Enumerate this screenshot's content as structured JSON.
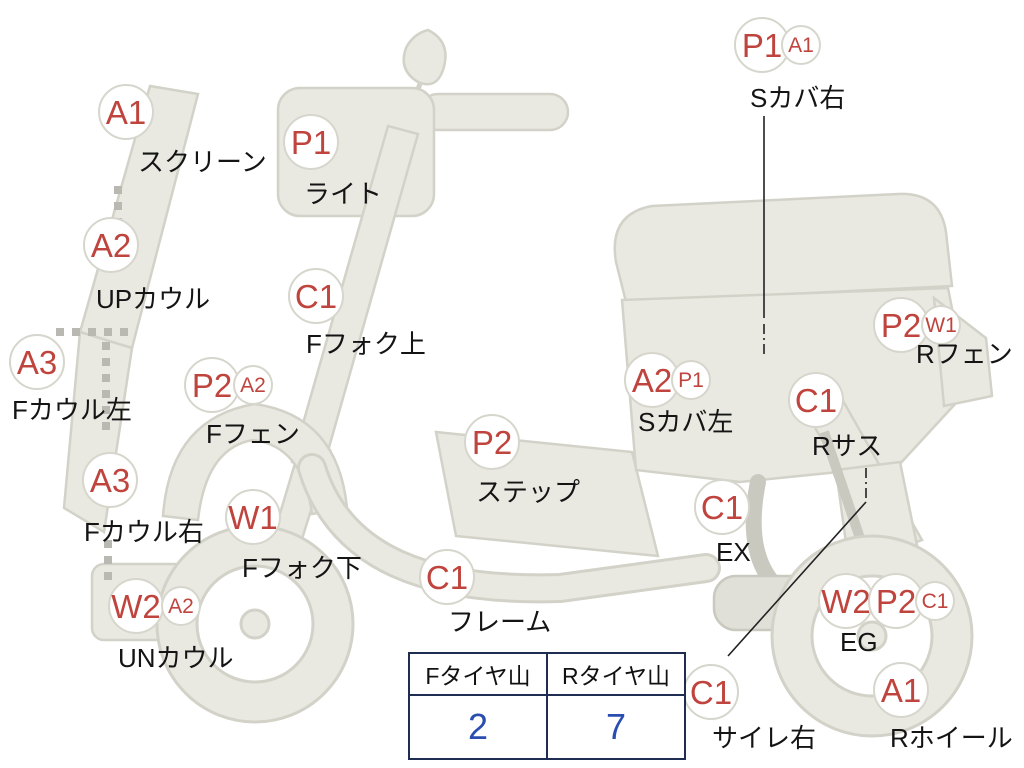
{
  "colors": {
    "badge_text": "#c0443e",
    "badge_border": "#d6d6cd",
    "body_fill": "#e9e9e2",
    "body_stroke": "#d2d2c8",
    "caption_text": "#141414",
    "table_border": "#1f2d52",
    "tread_value_text": "#2a4db0"
  },
  "labels": [
    {
      "grade": "A1",
      "name": "スクリーン"
    },
    {
      "grade": "A2",
      "name": "UPカウル"
    },
    {
      "grade": "A3",
      "name": "Fカウル左"
    },
    {
      "grade": "A3",
      "name": "Fカウル右"
    },
    {
      "grade": "W2",
      "sub": "A2",
      "name": "UNカウル"
    },
    {
      "grade": "P1",
      "name": "ライト"
    },
    {
      "grade": "C1",
      "name": "Fフォク上"
    },
    {
      "grade": "P2",
      "sub": "A2",
      "name": "Fフェン"
    },
    {
      "grade": "W1",
      "name": "Fフォク下"
    },
    {
      "grade": "P2",
      "name": "ステップ"
    },
    {
      "grade": "C1",
      "name": "フレーム"
    },
    {
      "grade": "P1",
      "sub": "A1",
      "name": "Sカバ右"
    },
    {
      "grade": "A2",
      "sub": "P1",
      "name": "Sカバ左"
    },
    {
      "grade": "P2",
      "sub": "W1",
      "name": "Rフェン"
    },
    {
      "grade": "C1",
      "name": "Rサス"
    },
    {
      "grade": "C1",
      "name": "EX"
    },
    {
      "grade": "W2",
      "grade2": "P2",
      "sub": "C1",
      "name": "EG"
    },
    {
      "grade": "C1",
      "name": "サイレ右"
    },
    {
      "grade": "A1",
      "name": "Rホイール"
    }
  ],
  "tire_table": {
    "headers": [
      "Fタイヤ山",
      "Rタイヤ山"
    ],
    "values": [
      "2",
      "7"
    ]
  }
}
